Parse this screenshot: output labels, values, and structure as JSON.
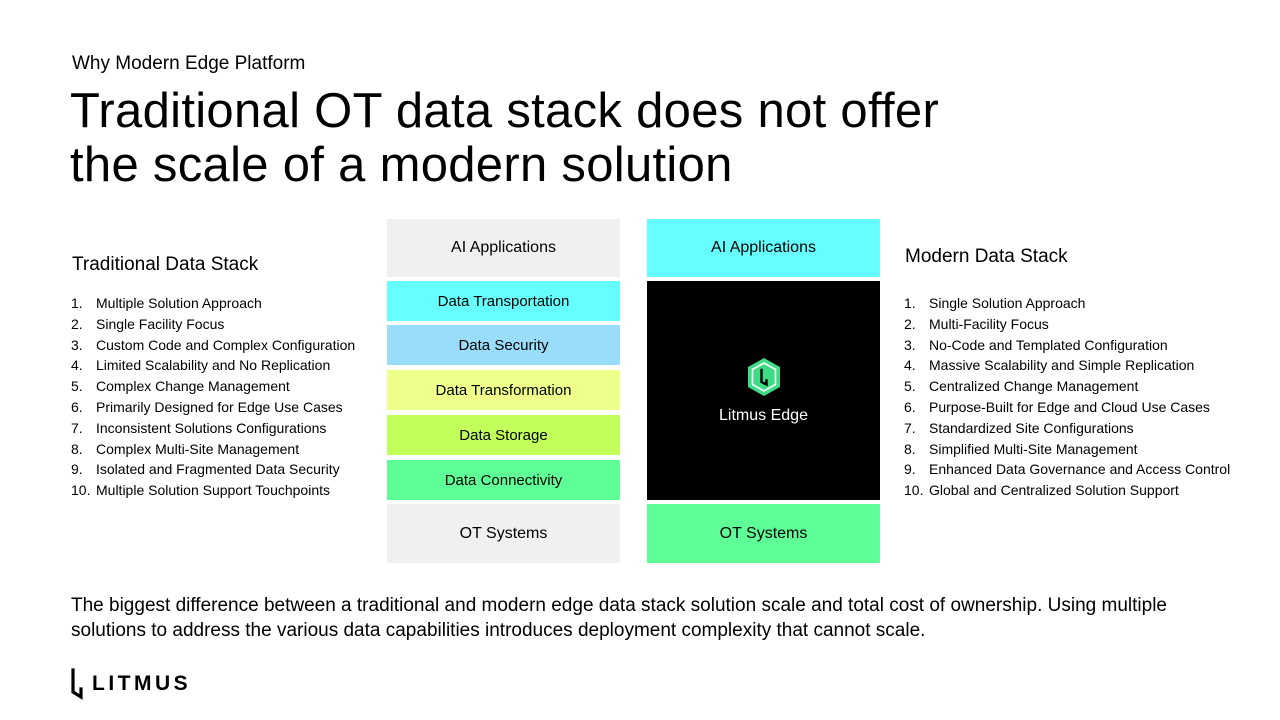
{
  "eyebrow": "Why Modern Edge Platform",
  "headline": "Traditional OT data stack does not offer the scale of a modern solution",
  "traditional": {
    "title": "Traditional Data Stack",
    "items": [
      {
        "num": "1.",
        "text": "Multiple Solution Approach"
      },
      {
        "num": "2.",
        "text": "Single Facility Focus"
      },
      {
        "num": "3.",
        "text": "Custom Code and Complex Configuration"
      },
      {
        "num": "4.",
        "text": "Limited Scalability and No Replication"
      },
      {
        "num": "5.",
        "text": "Complex Change Management"
      },
      {
        "num": "6.",
        "text": "Primarily Designed for Edge Use Cases"
      },
      {
        "num": "7.",
        "text": "Inconsistent Solutions Configurations"
      },
      {
        "num": "8.",
        "text": "Complex Multi-Site Management"
      },
      {
        "num": "9.",
        "text": "Isolated and Fragmented Data Security"
      },
      {
        "num": "10.",
        "text": "Multiple Solution Support Touchpoints"
      }
    ]
  },
  "modern": {
    "title": "Modern Data Stack",
    "items": [
      {
        "num": "1.",
        "text": "Single Solution Approach"
      },
      {
        "num": "2.",
        "text": "Multi-Facility Focus"
      },
      {
        "num": "3.",
        "text": "No-Code and Templated Configuration"
      },
      {
        "num": "4.",
        "text": "Massive Scalability and Simple Replication"
      },
      {
        "num": "5.",
        "text": "Centralized Change Management"
      },
      {
        "num": "6.",
        "text": "Purpose-Built for Edge and Cloud Use Cases"
      },
      {
        "num": "7.",
        "text": "Standardized Site Configurations"
      },
      {
        "num": "8.",
        "text": "Simplified Multi-Site Management"
      },
      {
        "num": "9.",
        "text": "Enhanced Data Governance and Access Control"
      },
      {
        "num": "10.",
        "text": "Global and Centralized Solution Support"
      }
    ]
  },
  "traditional_stack": {
    "ai": "AI Applications",
    "transport": "Data Transportation",
    "security": "Data Security",
    "transform": "Data Transformation",
    "storage": "Data Storage",
    "connectivity": "Data Connectivity",
    "ot": "OT Systems"
  },
  "modern_stack": {
    "ai": "AI Applications",
    "platform": "Litmus Edge",
    "platform_icon": "litmus-hexagon-icon",
    "ot": "OT Systems"
  },
  "colors": {
    "gray": "#f0f0f0",
    "cyan": "#66ffff",
    "blue": "#99ddfb",
    "yellow": "#eeff8a",
    "lime": "#c2ff5a",
    "green": "#5fff98",
    "black": "#000000"
  },
  "summary": "The biggest difference between a traditional and modern edge data stack solution scale and total cost of ownership. Using multiple solutions to address the various data capabilities introduces deployment complexity that cannot scale.",
  "brand": {
    "wordmark": "LITMUS",
    "icon": "litmus-logo-icon"
  }
}
